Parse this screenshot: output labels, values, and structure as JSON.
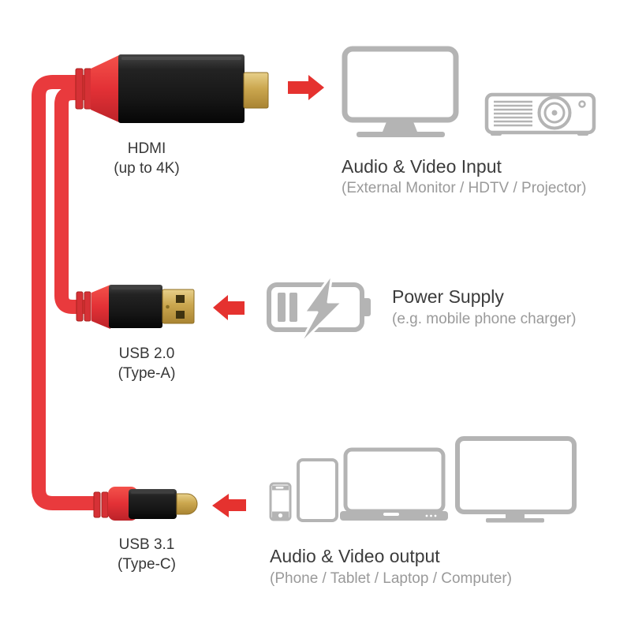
{
  "colors": {
    "background": "#ffffff",
    "cable_red": "#e93a3d",
    "rib_red": "#d63136",
    "arrow_red": "#e5322f",
    "connector_black": "#1f1f1f",
    "gold": "#c9a452",
    "icon_gray": "#b4b4b4",
    "title_text": "#3c3c3c",
    "subtitle_text": "#9a9a9a",
    "label_text": "#373737"
  },
  "connectors": {
    "hdmi": {
      "line1": "HDMI",
      "line2": "(up to 4K)"
    },
    "usb_a": {
      "line1": "USB 2.0",
      "line2": "(Type-A)"
    },
    "usb_c": {
      "line1": "USB 3.1",
      "line2": "(Type-C)"
    }
  },
  "sections": {
    "video_input": {
      "title": "Audio & Video Input",
      "subtitle": "(External Monitor / HDTV / Projector)",
      "icons": [
        "monitor-icon",
        "projector-icon"
      ],
      "arrow_direction": "right"
    },
    "power": {
      "title": "Power Supply",
      "subtitle": "(e.g. mobile phone charger)",
      "icons": [
        "battery-charging-icon"
      ],
      "arrow_direction": "left"
    },
    "video_output": {
      "title": "Audio & Video output",
      "subtitle": "(Phone / Tablet / Laptop / Computer)",
      "icons": [
        "phone-icon",
        "tablet-icon",
        "laptop-icon",
        "computer-monitor-icon"
      ],
      "arrow_direction": "left"
    }
  }
}
